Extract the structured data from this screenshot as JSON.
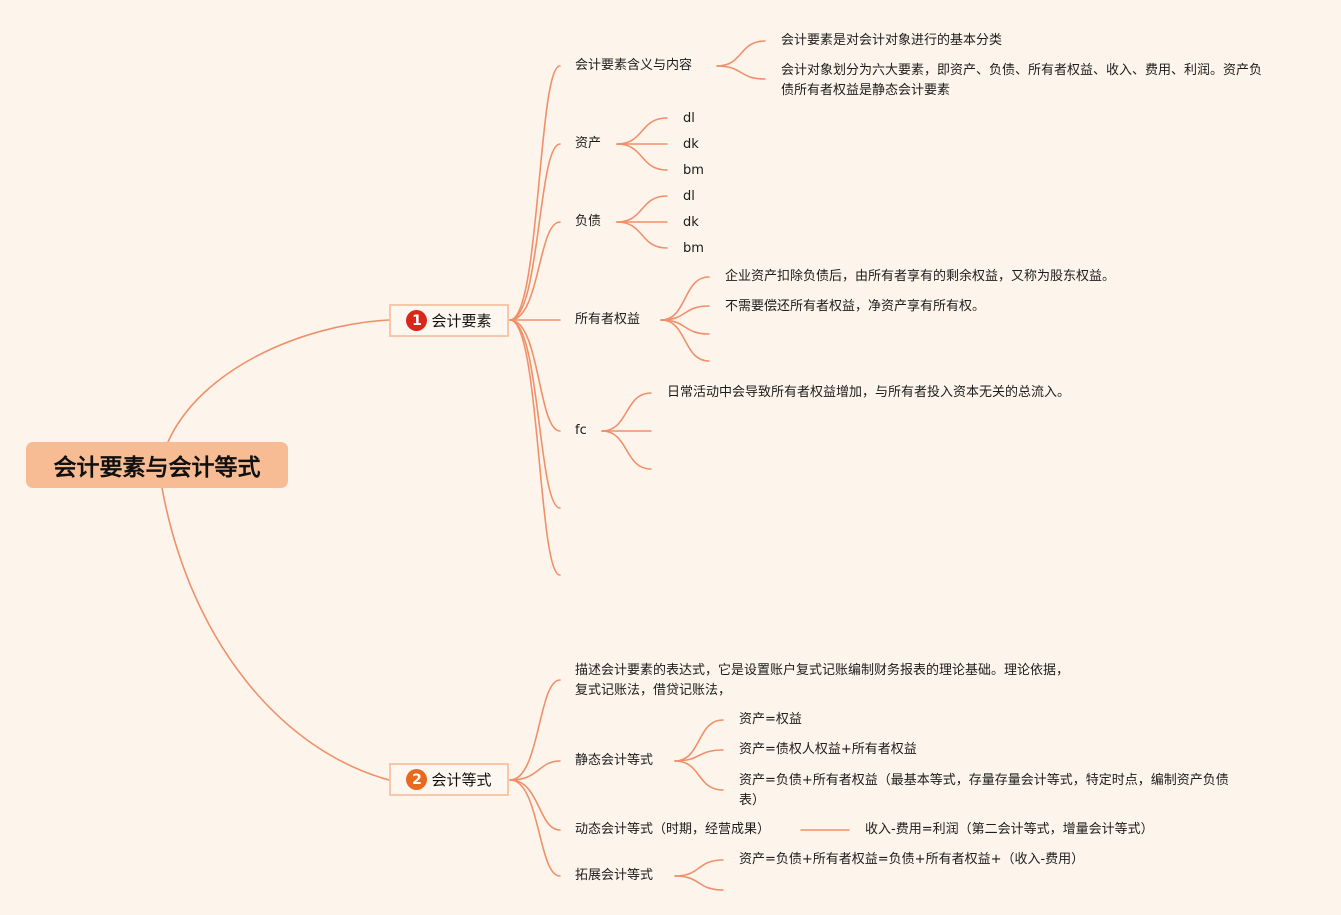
{
  "colors": {
    "background": "#fdf5ec",
    "connector": "#f0906a",
    "root_fill": "#f8bc95",
    "main_border": "#f6c7a8",
    "badge1": "#d9271a",
    "badge2": "#e76a1f"
  },
  "root": {
    "title": "会计要素与会计等式"
  },
  "branch1": {
    "badge": "1",
    "label": "会计要素",
    "sub1": {
      "label": "会计要素含义与内容",
      "items": [
        "会计要素是对会计对象进行的基本分类",
        "会计对象划分为六大要素，即资产、负债、所有者权益、收入、费用、利润。资产负债所有者权益是静态会计要素"
      ]
    },
    "sub2": {
      "label": "资产",
      "items": [
        "dl",
        "dk",
        "bm"
      ]
    },
    "sub3": {
      "label": "负债",
      "items": [
        "dl",
        "dk",
        "bm"
      ]
    },
    "sub4": {
      "label": "所有者权益",
      "items": [
        "企业资产扣除负债后，由所有者享有的剩余权益，又称为股东权益。",
        "不需要偿还所有者权益，净资产享有所有权。"
      ]
    },
    "sub5": {
      "label": "fc",
      "items": [
        "日常活动中会导致所有者权益增加，与所有者投入资本无关的总流入。"
      ]
    }
  },
  "branch2": {
    "badge": "2",
    "label": "会计等式",
    "sub1": {
      "label": "描述会计要素的表达式，它是设置账户复式记账编制财务报表的理论基础。理论依据，复式记账法，借贷记账法，"
    },
    "sub2": {
      "label": "静态会计等式",
      "items": [
        "资产=权益",
        "资产=债权人权益+所有者权益",
        "资产=负债+所有者权益（最基本等式，存量存量会计等式，特定时点，编制资产负债表）"
      ]
    },
    "sub3": {
      "label": "动态会计等式（时期，经营成果）",
      "items": [
        "收入-费用=利润（第二会计等式，增量会计等式）"
      ]
    },
    "sub4": {
      "label": "拓展会计等式",
      "items": [
        "资产=负债+所有者权益=负债+所有者权益+（收入-费用）"
      ]
    }
  }
}
